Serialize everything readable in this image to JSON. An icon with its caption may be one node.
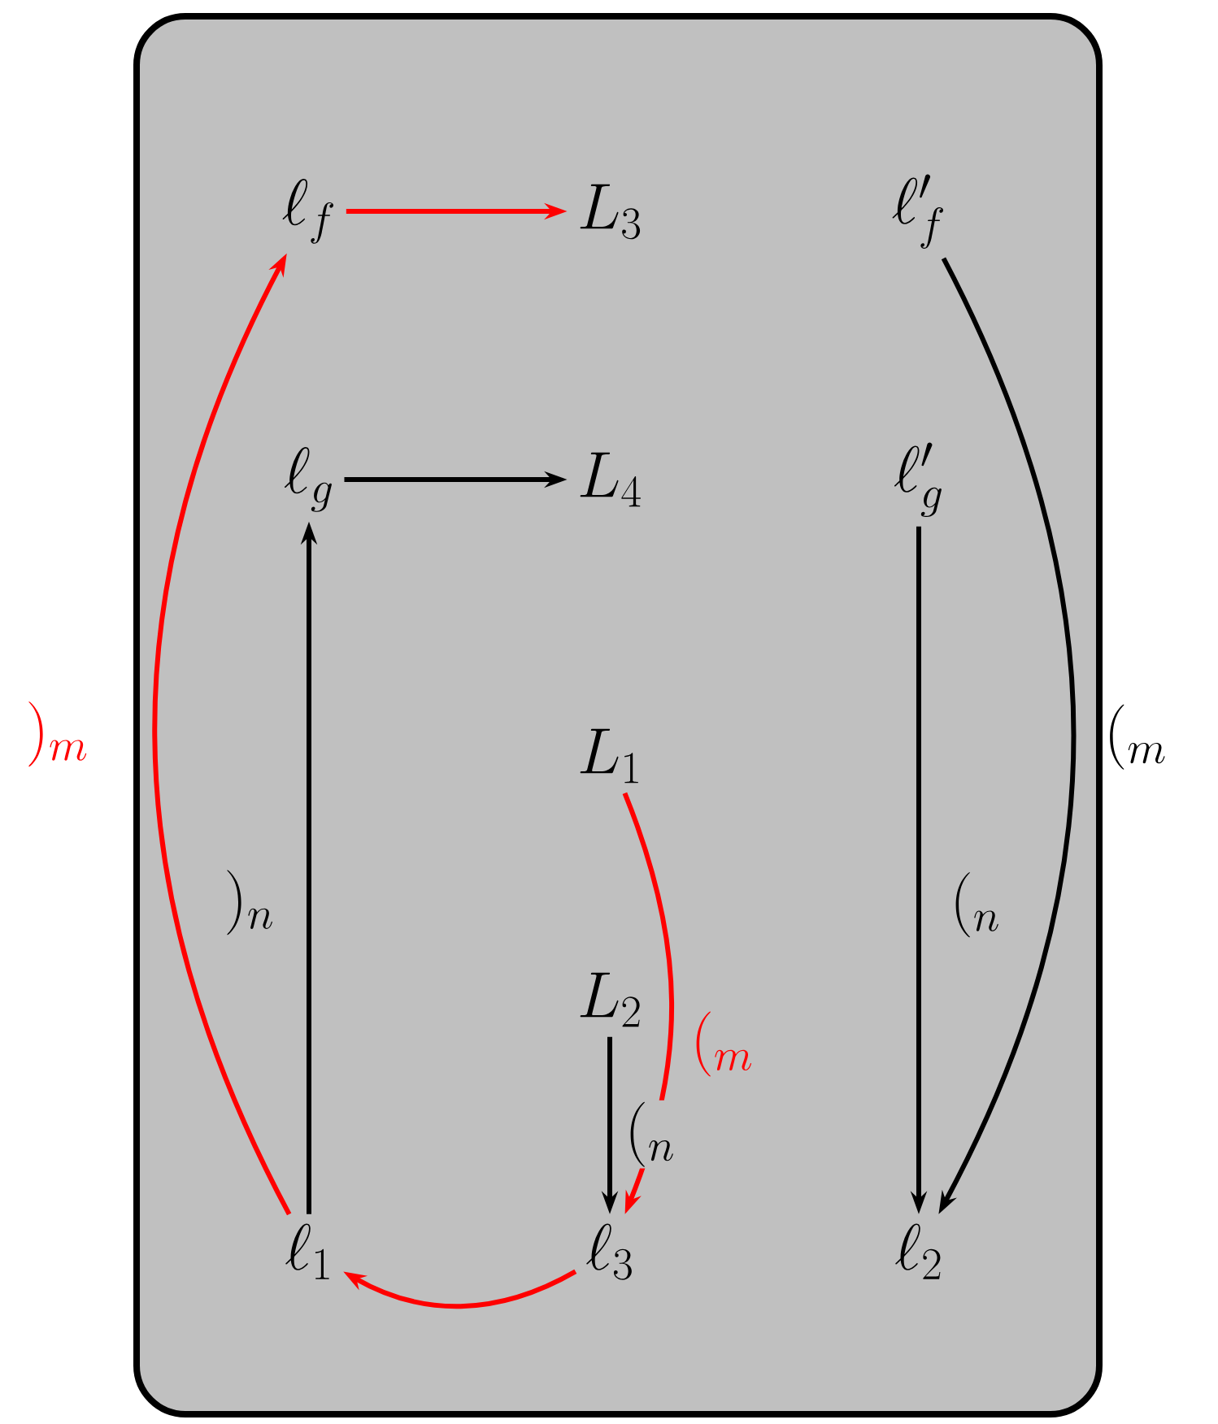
{
  "diagram": {
    "nodes": [
      {
        "text": [],
        "shape": "box"
      },
      {
        "text": [
          "\\ell_f"
        ],
        "in": 0
      },
      {
        "text": [
          "L_3"
        ],
        "in": 0
      },
      {
        "text": [
          "\\ell'_f"
        ],
        "in": 0
      },
      {
        "text": [
          "\\ell_g"
        ],
        "in": 0
      },
      {
        "text": [
          "L_4"
        ],
        "in": 0
      },
      {
        "text": [
          "\\ell'_g"
        ],
        "in": 0
      },
      {
        "text": [
          "L_1"
        ],
        "in": 0
      },
      {
        "text": [
          "L_2"
        ],
        "in": 0
      },
      {
        "text": [
          "\\ell_1"
        ],
        "in": 0
      },
      {
        "text": [
          "\\ell_3"
        ],
        "in": 0
      },
      {
        "text": [
          "\\ell_2"
        ],
        "in": 0
      }
    ],
    "edges": [
      {
        "from": 1,
        "to": 2,
        "arrow": "to",
        "color": "#ff0000"
      },
      {
        "from": 4,
        "to": 5,
        "arrow": "to"
      },
      {
        "from": 3,
        "to": 11,
        "arrow": "to",
        "label": "(_m"
      },
      {
        "from": 6,
        "to": 11,
        "arrow": "to",
        "label": "(_n"
      },
      {
        "from": 7,
        "to": 10,
        "arrow": "to",
        "label": "(_m",
        "color": "#ff0000"
      },
      {
        "from": 8,
        "to": 10,
        "arrow": "to",
        "label": "(_n"
      },
      {
        "from": 10,
        "to": 9,
        "arrow": "to",
        "color": "#ff0000"
      },
      {
        "from": 9,
        "to": 4,
        "arrow": "to",
        "label": ")_n"
      },
      {
        "from": 9,
        "to": 1,
        "arrow": "to",
        "label": ")_m",
        "color": "#ff0000"
      }
    ]
  }
}
